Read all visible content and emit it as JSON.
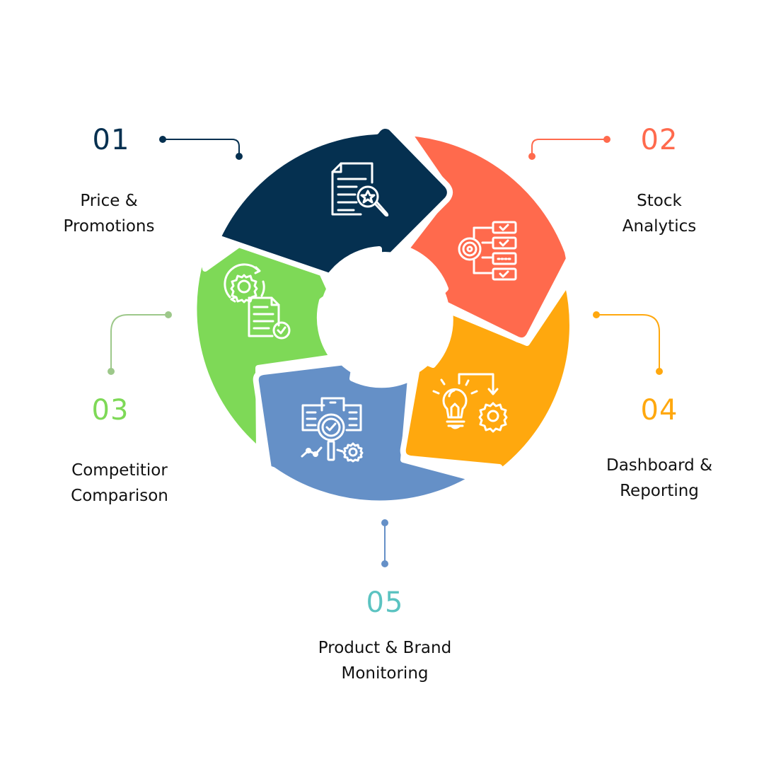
{
  "colors": {
    "step1": "#053050",
    "step2": "#FF6A4D",
    "step3": "#7ED957",
    "step4": "#FFA80E",
    "step5": "#6590C7",
    "step5_number": "#5BC3C1",
    "step3_connector": "#9DC88A",
    "label_text": "#111111",
    "background": "#FFFFFF"
  },
  "steps": [
    {
      "number": "01",
      "label_line1": "Price &",
      "label_line2": "Promotions",
      "icon": "document-search-star-icon"
    },
    {
      "number": "02",
      "label_line1": "Stock",
      "label_line2": "Analytics",
      "icon": "target-checklist-icon"
    },
    {
      "number": "03",
      "label_line1": "Competitior",
      "label_line2": "Comparison",
      "icon": "gear-document-check-icon"
    },
    {
      "number": "04",
      "label_line1": "Dashboard &",
      "label_line2": "Reporting",
      "icon": "lightbulb-gear-icon"
    },
    {
      "number": "05",
      "label_line1": "Product & Brand",
      "label_line2": "Monitoring",
      "icon": "magnifier-check-documents-icon"
    }
  ]
}
